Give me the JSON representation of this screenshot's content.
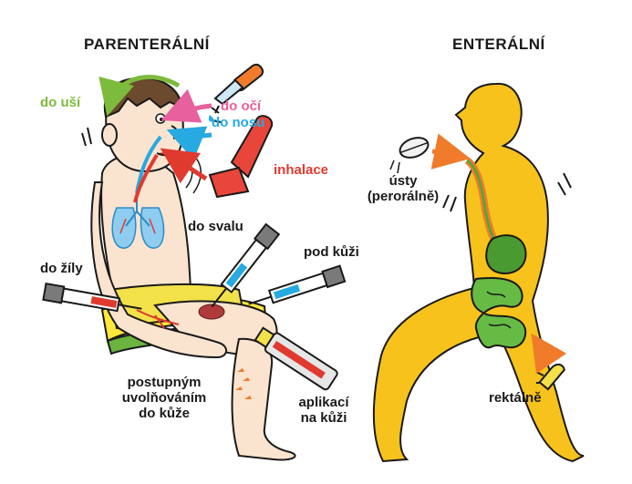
{
  "headers": {
    "parenteral": "PARENTERÁLNÍ",
    "enteral": "ENTERÁLNÍ"
  },
  "routes": {
    "ears": "do uší",
    "eyes": "do očí",
    "nose": "do nosu",
    "inhalation": "inhalace",
    "muscle": "do svalu",
    "subcutaneous": "pod kůži",
    "vein": "do žíly",
    "transdermal": [
      "postupným",
      "uvolňováním",
      "do kůže"
    ],
    "topical": [
      "aplikací",
      "na kůži"
    ],
    "oral": [
      "ústy",
      "(perorálně)"
    ],
    "rectal": "rektálně"
  },
  "colors": {
    "ears": "#7dbb3c",
    "eyes": "#e8609e",
    "nose": "#27a9e1",
    "inhalation": "#e03a2f",
    "text": "#1a1a1a",
    "enteral_body": "#f7c21b",
    "arrow_orange": "#f07b2b"
  }
}
